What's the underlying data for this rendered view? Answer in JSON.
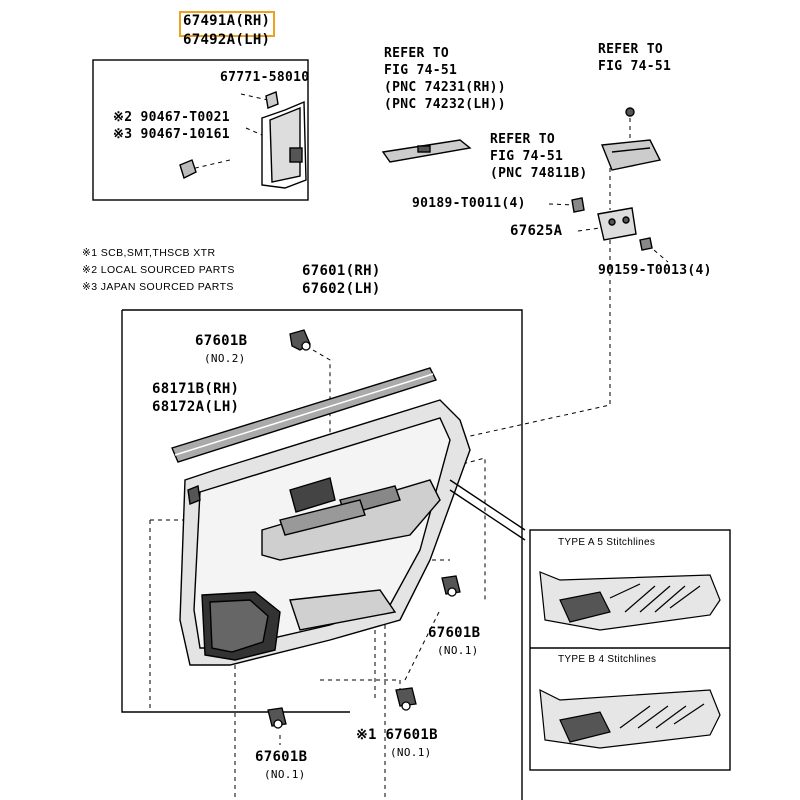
{
  "header": {
    "part_rh": "67491A(RH)",
    "part_lh": "67492A(LH)"
  },
  "top_box": {
    "part_a": "67771-58010",
    "part_b": "※2 90467-T0021",
    "part_c": "※3 90467-10161"
  },
  "refer_switch": {
    "line1": "REFER TO",
    "line2": "FIG 74-51",
    "line3": "(PNC 74231(RH))",
    "line4": "(PNC 74232(LH))"
  },
  "refer_top_right": {
    "line1": "REFER TO",
    "line2": "FIG 74-51"
  },
  "refer_pocket": {
    "line1": "REFER TO",
    "line2": "FIG 74-51",
    "line3": "(PNC 74811B)"
  },
  "right_parts": {
    "screw_a": "90189-T0011(4)",
    "bracket": "67625A",
    "screw_b": "90159-T0013(4)"
  },
  "notes": [
    "※1  SCB,SMT,THSCB XTR",
    "※2  LOCAL SOURCED PARTS",
    "※3  JAPAN SOURCED PARTS"
  ],
  "panel": {
    "rh": "67601(RH)",
    "lh": "67602(LH)"
  },
  "clips": {
    "top_code": "67601B",
    "top_no": "(NO.2)",
    "right_code": "67601B",
    "right_no": "(NO.1)",
    "bottom_left_code": "67601B",
    "bottom_left_no": "(NO.1)",
    "bottom_mid_code": "※1 67601B",
    "bottom_mid_no": "(NO.1)"
  },
  "weatherstrip": {
    "rh": "68171B(RH)",
    "lh": "68172A(LH)"
  },
  "inset": {
    "type_a": "TYPE A  5 Stitchlines",
    "type_b": "TYPE B  4 Stitchlines"
  }
}
